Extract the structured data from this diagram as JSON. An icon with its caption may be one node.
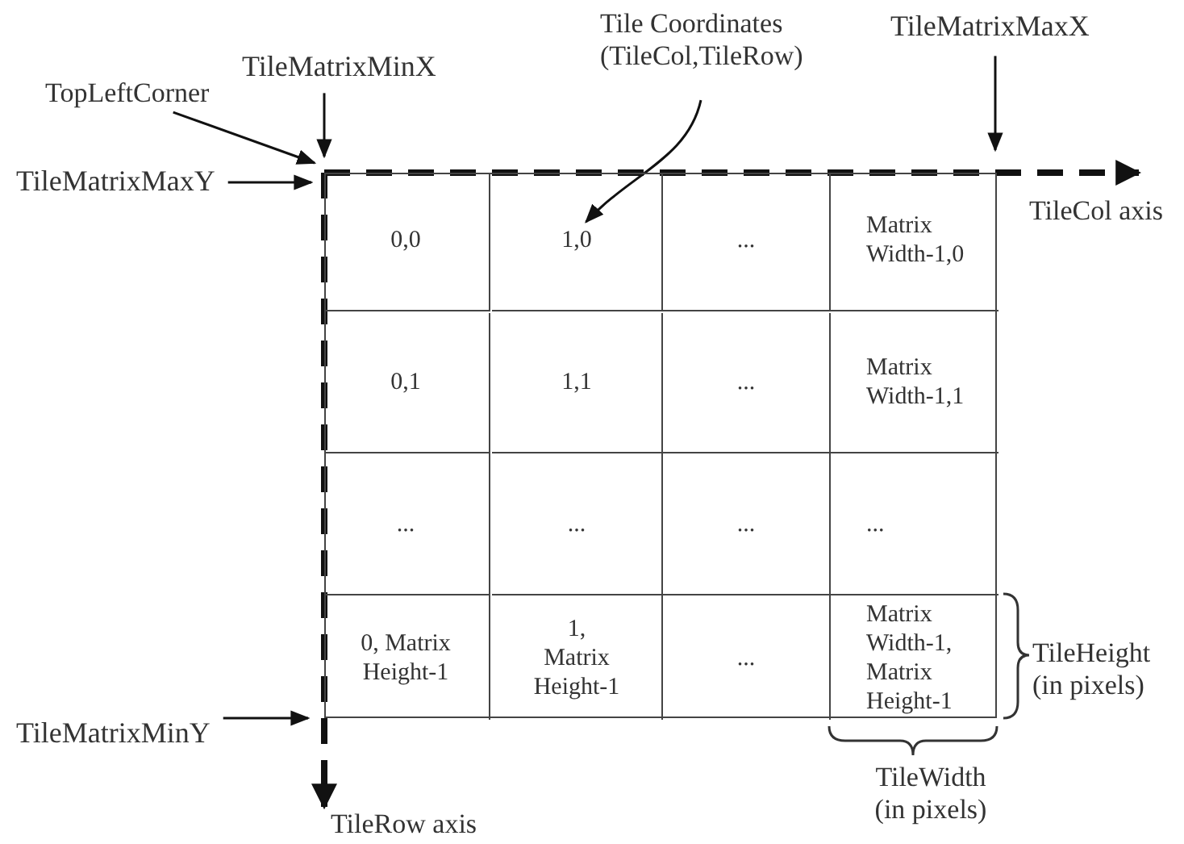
{
  "diagram": {
    "nodes": [
      {
        "text": [],
        "shape": "box"
      },
      {
        "text": [
          "0,0"
        ],
        "in": 0
      },
      {
        "text": [
          "1,0"
        ],
        "in": 0
      },
      {
        "text": [
          "..."
        ],
        "in": 0
      },
      {
        "text": [
          "Matrix Width-1,0"
        ],
        "in": 0
      },
      {
        "text": [
          "0,1"
        ],
        "in": 0
      },
      {
        "text": [
          "1,1"
        ],
        "in": 0
      },
      {
        "text": [
          "..."
        ],
        "in": 0
      },
      {
        "text": [
          "Matrix Width-1,1"
        ],
        "in": 0
      },
      {
        "text": [
          "..."
        ],
        "in": 0
      },
      {
        "text": [
          "..."
        ],
        "in": 0
      },
      {
        "text": [
          "..."
        ],
        "in": 0
      },
      {
        "text": [
          "..."
        ],
        "in": 0
      },
      {
        "text": [
          "0, Matrix Height-1"
        ],
        "in": 0
      },
      {
        "text": [
          "1, Matrix Height-1"
        ],
        "in": 0
      },
      {
        "text": [
          "..."
        ],
        "in": 0
      },
      {
        "text": [
          "Matrix Width-1, Matrix Height-1"
        ],
        "in": 0
      },
      {
        "text": [
          "TopLeftCorner"
        ]
      },
      {
        "text": [
          "TileMatrixMinX"
        ]
      },
      {
        "text": [
          "Tile Coordinates (TileCol,TileRow)"
        ]
      },
      {
        "text": [
          "TileMatrixMaxX"
        ]
      },
      {
        "text": [
          "TileMatrixMaxY"
        ]
      },
      {
        "text": [
          "TileMatrixMinY"
        ]
      }
    ],
    "edges": [
      {
        "from": 17,
        "to": 0,
        "arrow": "to"
      },
      {
        "from": 18,
        "to": 0,
        "arrow": "to"
      },
      {
        "from": 19,
        "to": 2,
        "arrow": "to"
      },
      {
        "from": 20,
        "to": 0,
        "arrow": "to"
      },
      {
        "from": 21,
        "to": 0,
        "arrow": "to"
      },
      {
        "from": 22,
        "to": 0,
        "arrow": "to"
      }
    ],
    "labels": [
      "TileCol axis",
      "TileHeight (in pixels)",
      "TileWidth (in pixels)",
      "TileRow axis"
    ]
  }
}
